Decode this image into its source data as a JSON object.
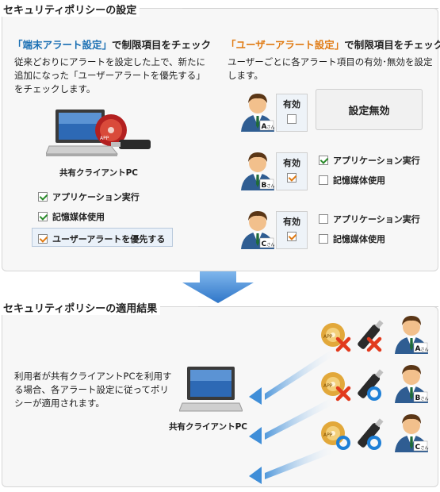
{
  "top_section": {
    "title": "セキュリティポリシーの設定",
    "left": {
      "heading_quoted": "「端末アラート設定」",
      "heading_rest": "で制限項目をチェック",
      "description": "従来どおりにアラートを設定した上で、新たに追加になった「ユーザーアラートを優先する」をチェックします。",
      "pc_label": "共有クライアントPC",
      "app_disc_text": "APP",
      "checks": [
        {
          "label": "アプリケーション実行",
          "checked": true
        },
        {
          "label": "記憶媒体使用",
          "checked": true
        }
      ],
      "priority_check": {
        "label": "ユーザーアラートを優先する",
        "checked": true
      }
    },
    "right": {
      "heading_quoted": "「ユーザーアラート設定」",
      "heading_rest": "で制限項目をチェック",
      "description": "ユーザーごとに各アラート項目の有効･無効を設定します。",
      "enable_label": "有効",
      "users": [
        {
          "badge": "A",
          "suffix": "さん",
          "enabled": false,
          "disabled_text": "設定無効"
        },
        {
          "badge": "B",
          "suffix": "さん",
          "enabled": true,
          "checks": [
            {
              "label": "アプリケーション実行",
              "checked": true
            },
            {
              "label": "記憶媒体使用",
              "checked": false
            }
          ]
        },
        {
          "badge": "C",
          "suffix": "さん",
          "enabled": true,
          "checks": [
            {
              "label": "アプリケーション実行",
              "checked": false
            },
            {
              "label": "記憶媒体使用",
              "checked": false
            }
          ]
        }
      ]
    }
  },
  "bottom_section": {
    "title": "セキュリティポリシーの適用結果",
    "description": "利用者が共有クライアントPCを利用する場合、各アラート設定に従ってポリシーが適用されます。",
    "pc_label": "共有クライアントPC",
    "app_disc_text": "APP",
    "results": [
      {
        "user": "A",
        "suffix": "さん",
        "app": "blocked",
        "media": "blocked"
      },
      {
        "user": "B",
        "suffix": "さん",
        "app": "blocked",
        "media": "allowed"
      },
      {
        "user": "C",
        "suffix": "さん",
        "app": "allowed",
        "media": "allowed"
      }
    ]
  },
  "colors": {
    "blue": "#1a6fb3",
    "orange": "#e07a12",
    "arrow": "#3f8ed8",
    "cross": "#e23a1d",
    "ok": "#1e7fd6"
  }
}
